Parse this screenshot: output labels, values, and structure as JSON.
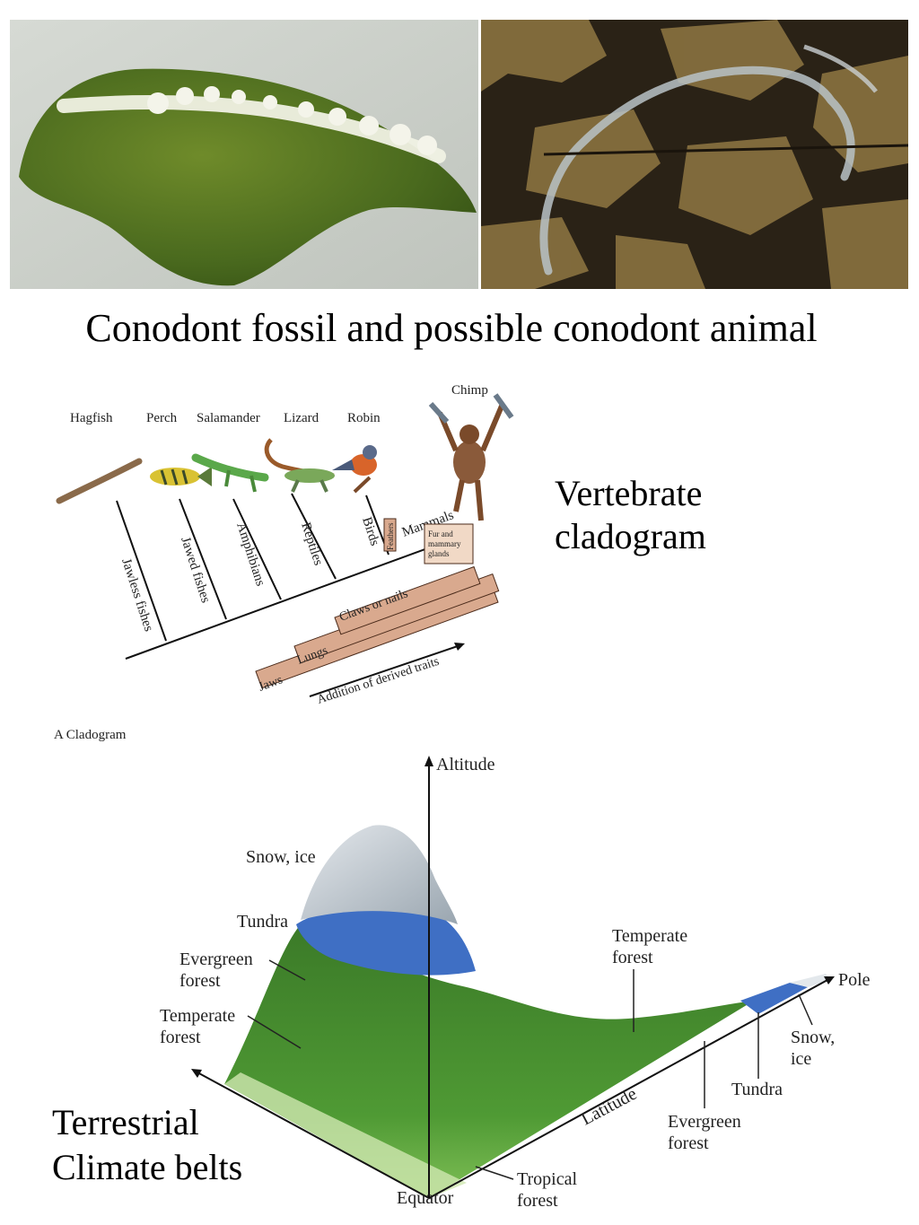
{
  "captions": {
    "conodont": "Conodont fossil and possible conodont animal",
    "vertebrate_line1": "Vertebrate",
    "vertebrate_line2": "cladogram",
    "terrestrial_line1": "Terrestrial",
    "terrestrial_line2": "Climate belts"
  },
  "cladogram": {
    "animals": [
      "Hagfish",
      "Perch",
      "Salamander",
      "Lizard",
      "Robin",
      "Chimp"
    ],
    "groups": [
      "Jawless fishes",
      "Jawed fishes",
      "Amphibians",
      "Reptiles",
      "Birds",
      "Mammals"
    ],
    "traits": [
      "Jaws",
      "Lungs",
      "Claws or nails",
      "Feathers",
      "Fur and",
      "mammary",
      "glands"
    ],
    "arrow_label": "Addition of derived traits",
    "figure_label": "A  Cladogram"
  },
  "climate": {
    "axes": {
      "altitude": "Altitude",
      "pole": "Pole",
      "equator": "Equator",
      "latitude": "Latitude"
    },
    "mountain_labels": {
      "snow1": "Snow, ice",
      "tundra": "Tundra",
      "evergreen1": "Evergreen",
      "evergreen2": "forest",
      "temperate1": "Temperate",
      "temperate2": "forest"
    },
    "lat_labels": {
      "temperate1": "Temperate",
      "temperate2": "forest",
      "snow1": "Snow,",
      "snow2": "ice",
      "tundra": "Tundra",
      "evergreen1": "Evergreen",
      "evergreen2": "forest",
      "tropical1": "Tropical",
      "tropical2": "forest"
    }
  },
  "colors": {
    "leaf": "#4a6a1e",
    "rock": "#5a4a2e",
    "trait_bar": "#d9a98e",
    "forest": "#3f8a2a",
    "tundra": "#3f6fc4",
    "snow": "#c9d2d9"
  }
}
